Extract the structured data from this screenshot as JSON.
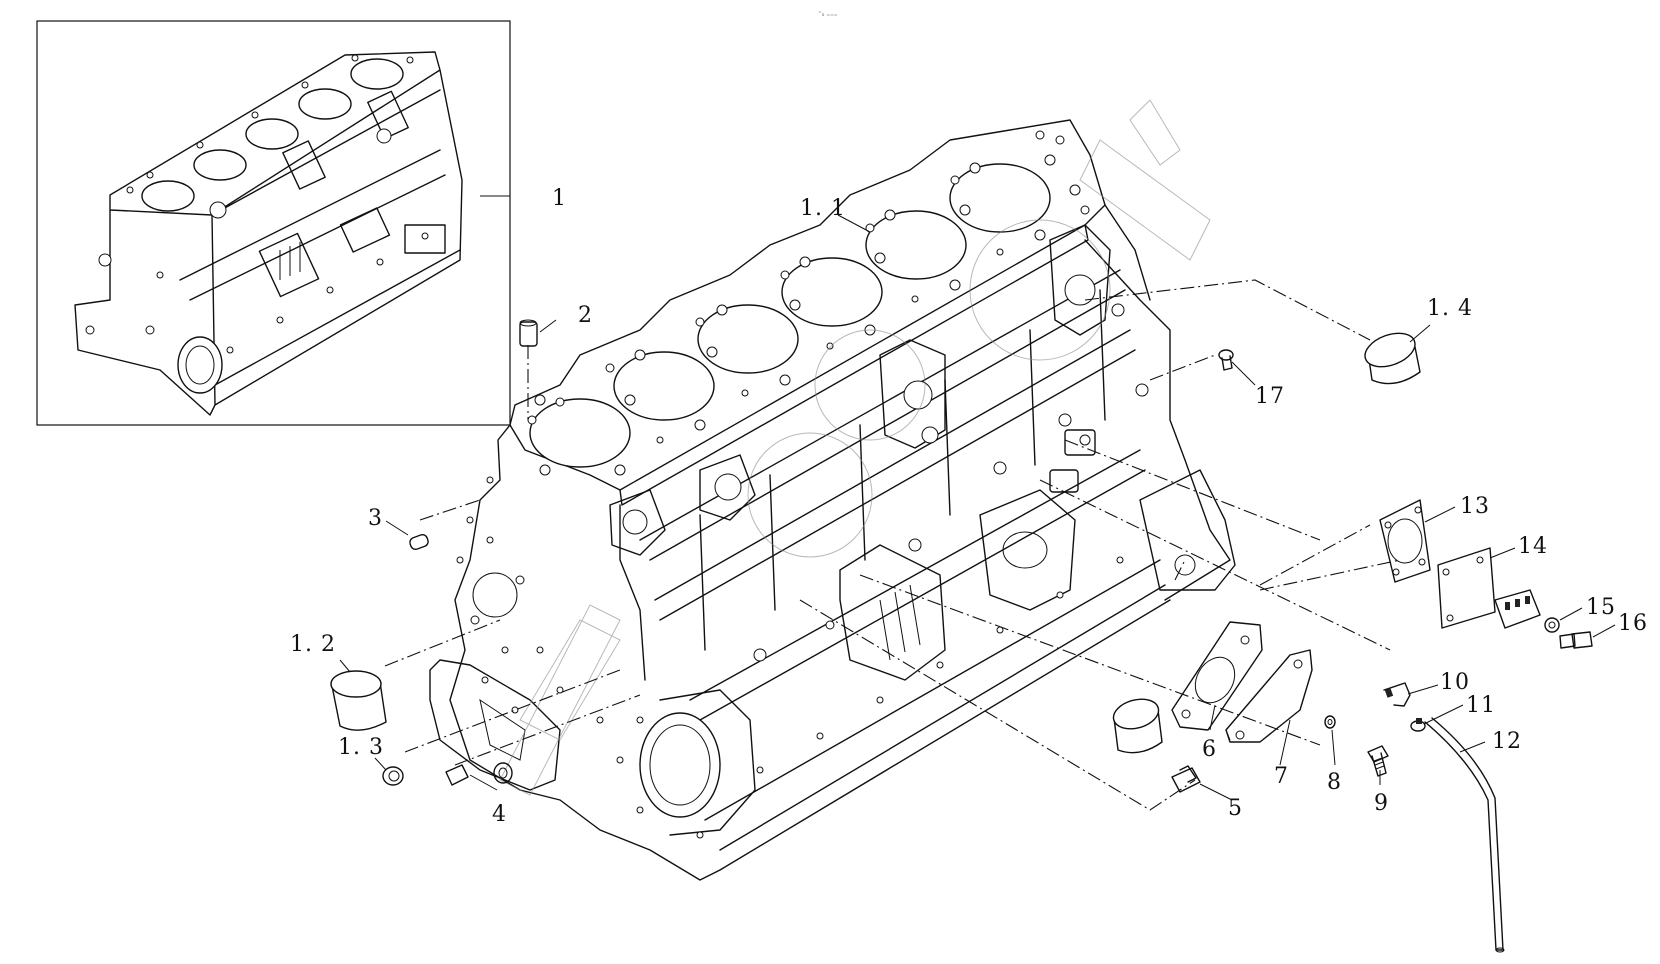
{
  "header": {
    "code": "⁼ₛ ₌₌₌"
  },
  "labels": {
    "p1": "1",
    "p1_1": "1. 1",
    "p1_2": "1. 2",
    "p1_3": "1. 3",
    "p1_4": "1. 4",
    "p2": "2",
    "p3": "3",
    "p4": "4",
    "p5": "5",
    "p6": "6",
    "p7": "7",
    "p8": "8",
    "p9": "9",
    "p10": "10",
    "p11": "11",
    "p12": "12",
    "p13": "13",
    "p14": "14",
    "p15": "15",
    "p16": "16",
    "p17": "17"
  },
  "colors": {
    "line": "#111111",
    "background": "#ffffff",
    "watermark": "#8a8a8a"
  }
}
